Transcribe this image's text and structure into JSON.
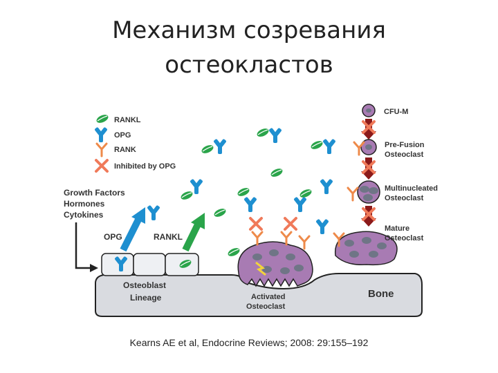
{
  "title": {
    "line1": "Механизм созревания",
    "line2": "остеокластов"
  },
  "legend": [
    {
      "icon": "rankl-icon",
      "label": "RANKL"
    },
    {
      "icon": "opg-icon",
      "label": "OPG"
    },
    {
      "icon": "rank-icon",
      "label": "RANK"
    },
    {
      "icon": "inhibited-icon",
      "label": "Inhibited by OPG"
    }
  ],
  "factors": [
    "Growth Factors",
    "Hormones",
    "Cytokines"
  ],
  "arrows": {
    "opg": "OPG",
    "rankl": "RANKL"
  },
  "osteoblast": [
    "Osteoblast",
    "Lineage"
  ],
  "activated": [
    "Activated",
    "Osteoclast"
  ],
  "bone": "Bone",
  "stages": [
    {
      "label": [
        "CFU-M"
      ]
    },
    {
      "label": [
        "Pre-Fusion",
        "Osteoclast"
      ]
    },
    {
      "label": [
        "Multinucleated",
        "Osteoclast"
      ]
    },
    {
      "label": [
        "Mature",
        "Osteoclast"
      ]
    }
  ],
  "citation": "Kearns AE et al, Endocrine Reviews; 2008: 29:155–192",
  "colors": {
    "rankl": "#2aa44a",
    "opg": "#1e8fd0",
    "rank": "#ee8a4a",
    "inhibit": "#f07a5a",
    "osteoclast": "#a87bb3",
    "bone": "#d9dbe0"
  }
}
